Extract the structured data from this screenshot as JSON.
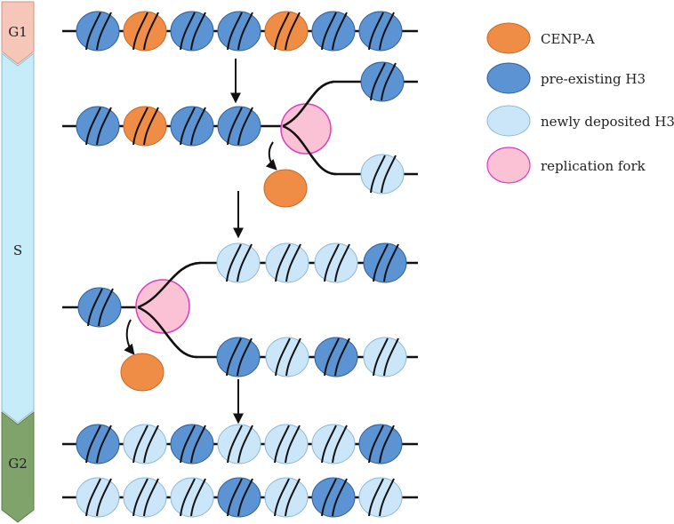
{
  "phases": [
    {
      "label": "G1",
      "color": "#f6c6b8"
    },
    {
      "label": "S",
      "color": "#c6ecfa"
    },
    {
      "label": "G2",
      "color": "#7fa36a"
    }
  ],
  "legend": [
    {
      "label": "CENP-A",
      "kind": "cenpa",
      "fill": "#ef8c45"
    },
    {
      "label": "pre-existing H3",
      "kind": "old",
      "fill": "#5b93d3"
    },
    {
      "label": "newly deposited H3",
      "kind": "new",
      "fill": "#cbe6f8"
    },
    {
      "label": "replication fork",
      "kind": "fork",
      "fill": "#fbc2d6"
    }
  ],
  "colors": {
    "cenpa": "#ef8c45",
    "old": "#5b93d3",
    "new": "#cbe6f8",
    "fork": "#fbc2d6",
    "fork_stroke": "#d83fbf",
    "dna": "#111111"
  },
  "stages": {
    "g1": [
      "old",
      "cenpa",
      "old",
      "old",
      "cenpa",
      "old",
      "old"
    ],
    "s1_parent": [
      "old",
      "cenpa",
      "old",
      "old"
    ],
    "s1_upper": [
      "old"
    ],
    "s1_lower": [
      "new"
    ],
    "s2_parent": [
      "old"
    ],
    "s2_upper": [
      "new",
      "new",
      "new",
      "old"
    ],
    "s2_lower": [
      "old",
      "new",
      "old",
      "new"
    ],
    "g2_upper": [
      "old",
      "new",
      "old",
      "new",
      "new",
      "new",
      "old"
    ],
    "g2_lower": [
      "new",
      "new",
      "new",
      "old",
      "new",
      "old",
      "new"
    ]
  }
}
